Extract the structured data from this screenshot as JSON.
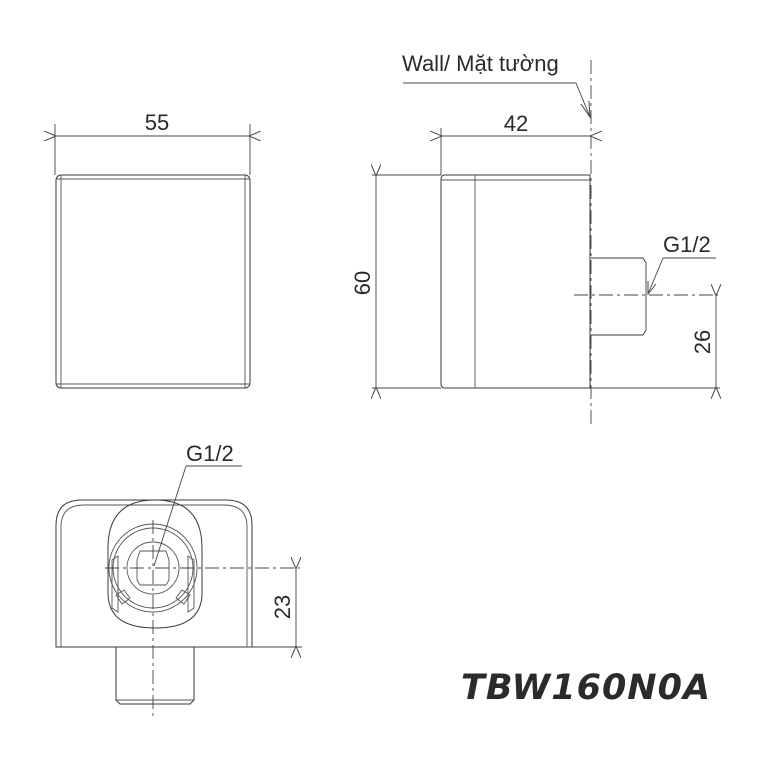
{
  "drawing": {
    "model_code": "TBW160N0A",
    "wall_label": "Wall/ Mặt tường",
    "colors": {
      "line": "#3a3a3a",
      "text": "#2a2a2a",
      "background": "#ffffff"
    },
    "front_view": {
      "width_dim": "55"
    },
    "side_view": {
      "depth_dim": "42",
      "height_dim": "60",
      "outlet_height_dim": "26",
      "thread_label": "G1/2"
    },
    "bottom_view": {
      "thread_label": "G1/2",
      "offset_dim": "23"
    }
  }
}
